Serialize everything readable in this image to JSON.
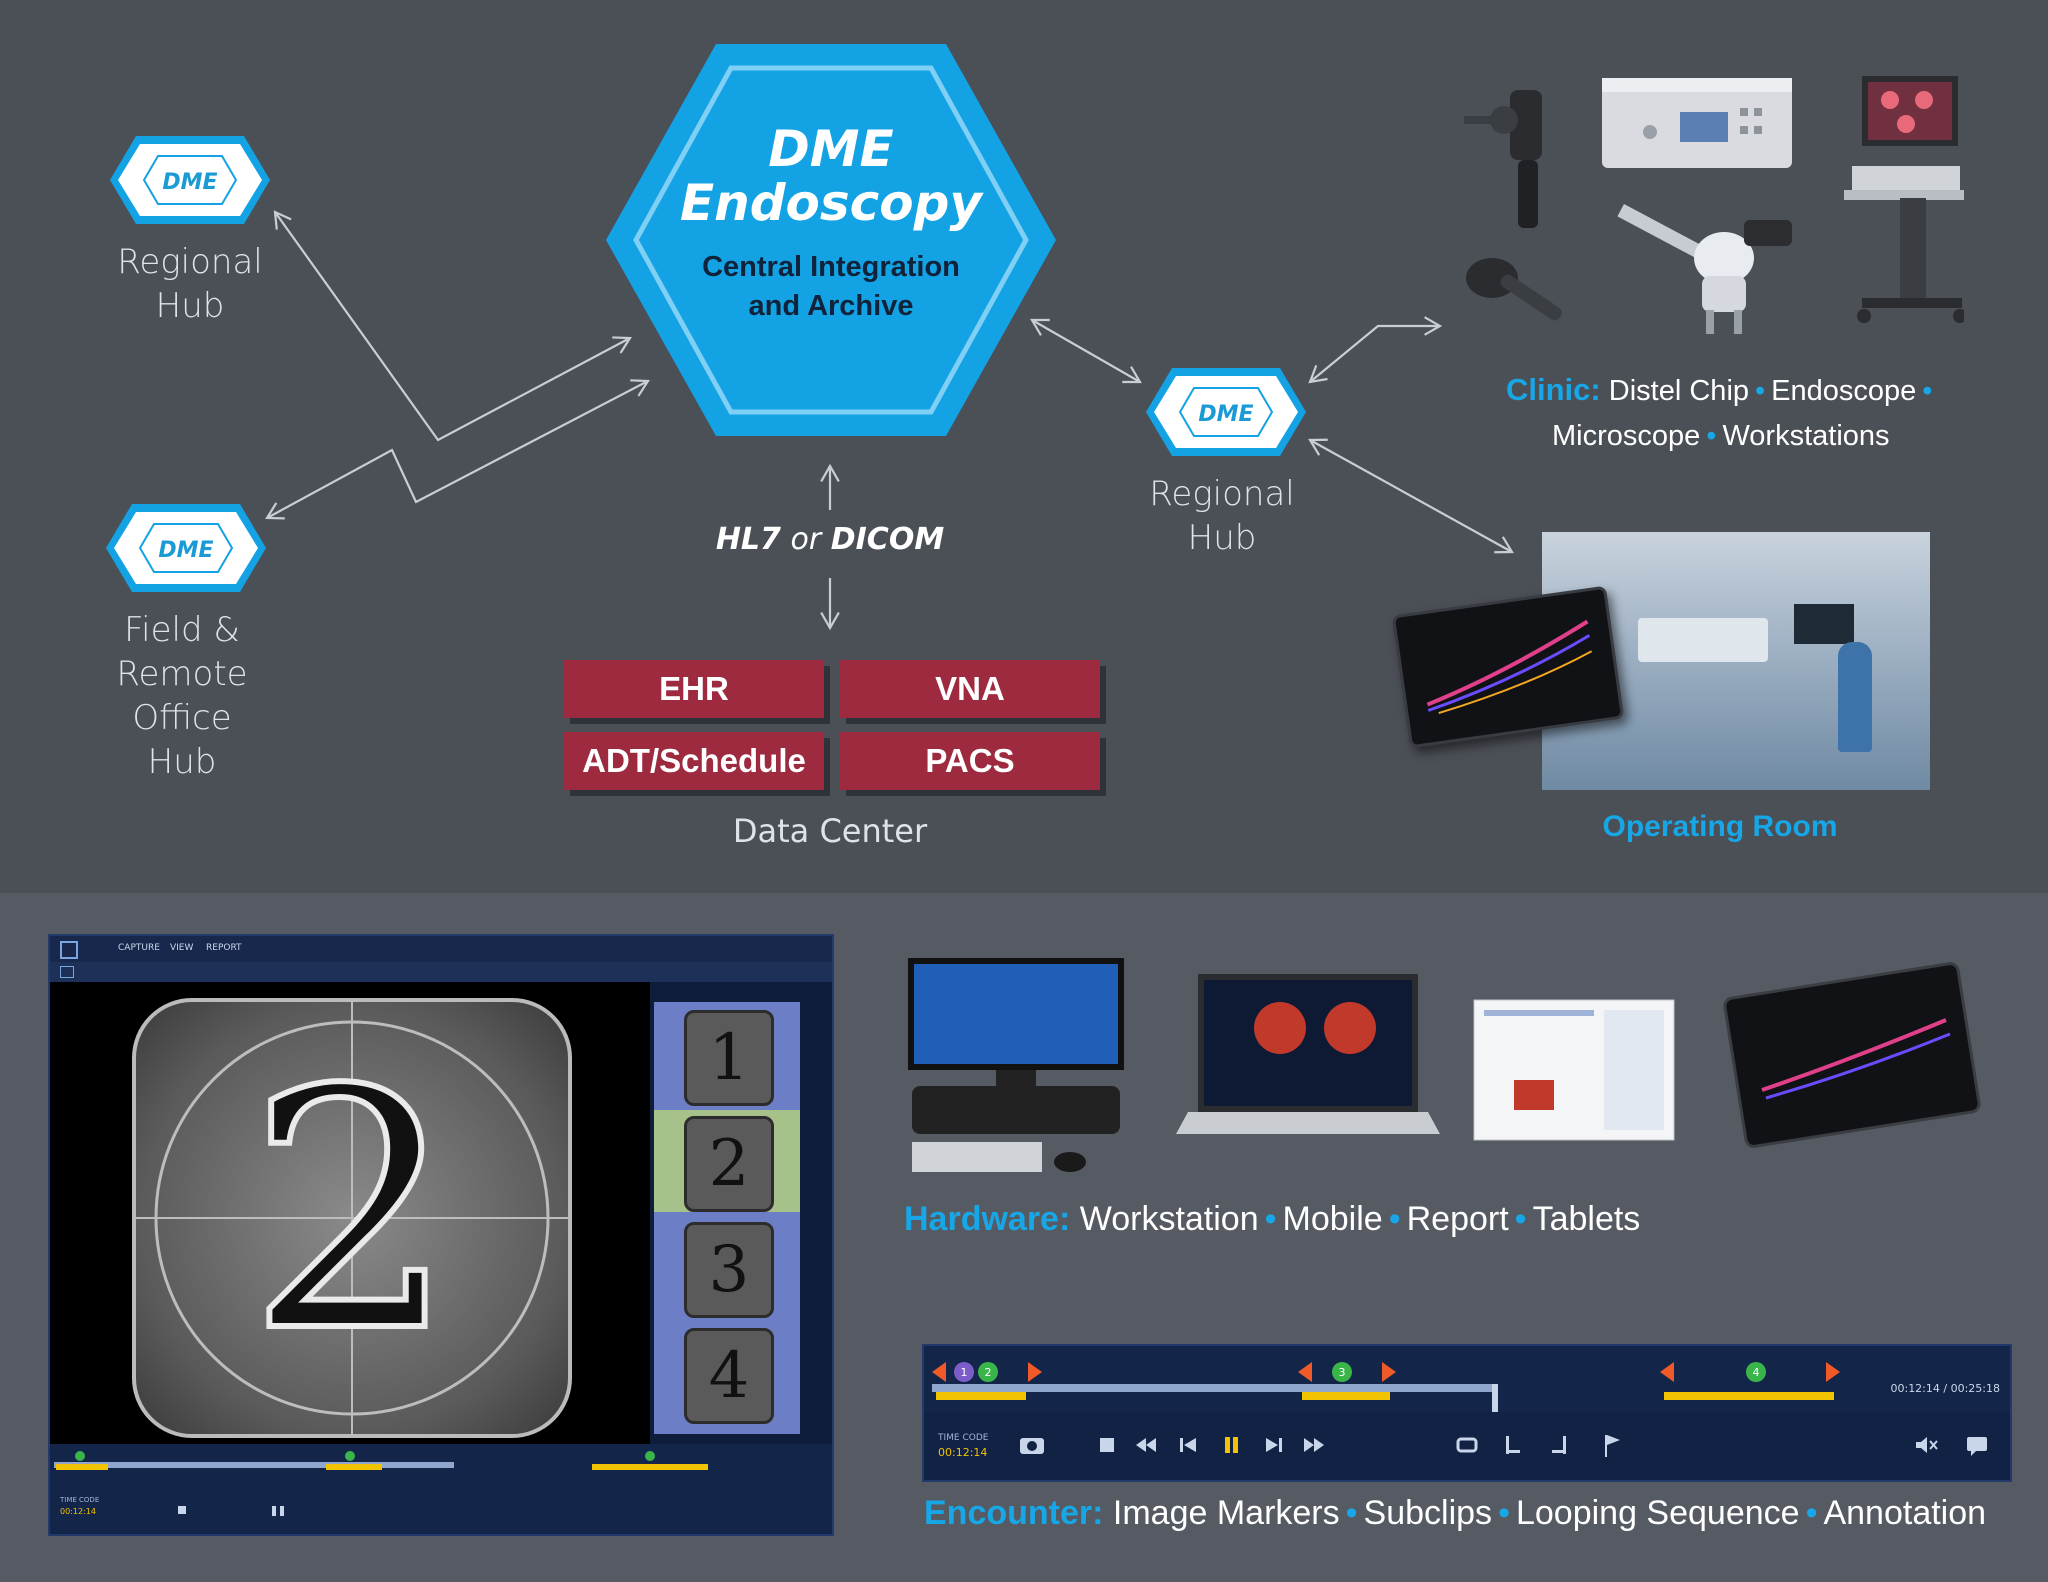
{
  "central": {
    "title_line1": "DME",
    "title_line2": "Endoscopy",
    "subtitle_line1": "Central Integration",
    "subtitle_line2": "and Archive"
  },
  "hub_badge": "DME",
  "hubs": {
    "regional_left": {
      "line1": "Regional",
      "line2": "Hub"
    },
    "field_remote": {
      "line1": "Field &",
      "line2": "Remote",
      "line3": "Office",
      "line4": "Hub"
    },
    "regional_right": {
      "line1": "Regional",
      "line2": "Hub"
    }
  },
  "protocol": {
    "a": "HL7",
    "or": "or",
    "b": "DICOM"
  },
  "data_center": {
    "systems": [
      "EHR",
      "VNA",
      "ADT/Schedule",
      "PACS"
    ],
    "label": "Data Center"
  },
  "clinic": {
    "key": "Clinic:",
    "items": [
      "Distel Chip",
      "Endoscope",
      "Microscope",
      "Workstations"
    ]
  },
  "operating_room": {
    "label": "Operating Room"
  },
  "hardware": {
    "key": "Hardware:",
    "items": [
      "Workstation",
      "Mobile",
      "Report",
      "Tablets"
    ]
  },
  "encounter": {
    "key": "Encounter:",
    "items": [
      "Image Markers",
      "Subclips",
      "Looping Sequence",
      "Annotation"
    ]
  },
  "app_window": {
    "menu": [
      "CAPTURE",
      "VIEW",
      "REPORT"
    ],
    "big_frame_digit": "2",
    "thumbnail_digits": [
      "1",
      "2",
      "3",
      "4"
    ],
    "selected_thumbnail": 2,
    "time_code_label": "TIME CODE",
    "time_code": "00:12:14"
  },
  "timeline": {
    "time_code_label": "TIME CODE",
    "time_code": "00:12:14",
    "position": "00:12:14 / 00:25:18",
    "markers": [
      "1",
      "2",
      "3",
      "4"
    ]
  },
  "colors": {
    "accent_blue": "#17a6e6",
    "hexagon_blue": "#13a2e4",
    "system_red": "#9e2a40",
    "marker_green": "#3ab54a",
    "marker_orange": "#f05a28",
    "subclip_yellow": "#f2c300",
    "ui_navy": "#1a2a52"
  }
}
